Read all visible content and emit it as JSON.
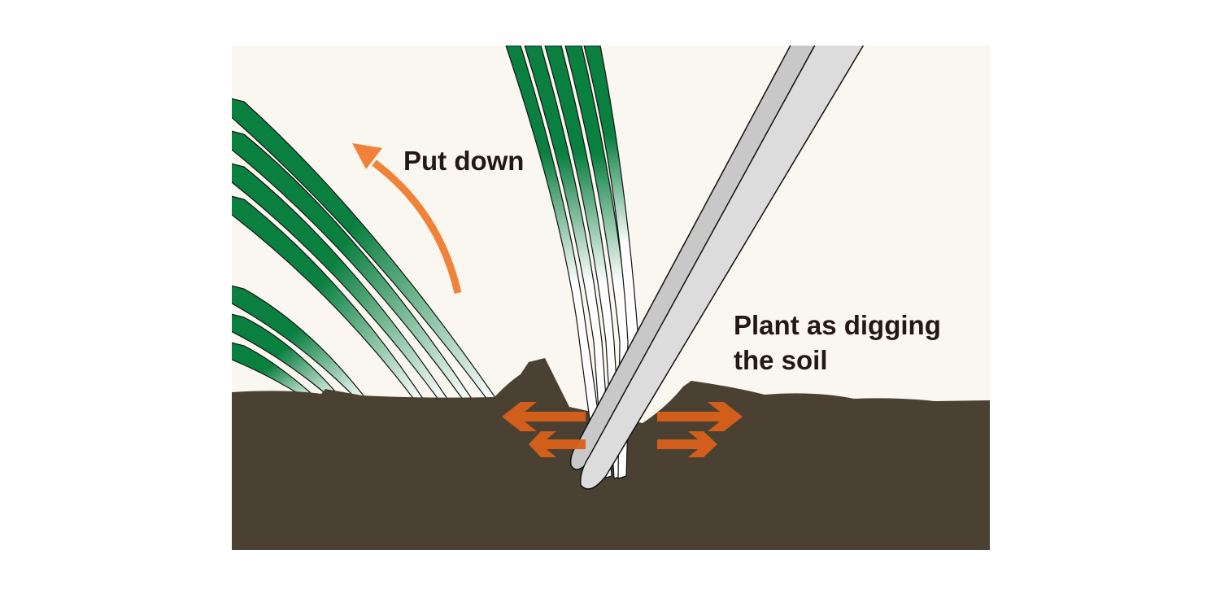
{
  "labels": {
    "put_down": "Put down",
    "plant_line1": "Plant as digging",
    "plant_line2": "the soil"
  },
  "colors": {
    "background": "#faf7f0",
    "soil": "#4a4133",
    "leaf_green": "#0a8040",
    "arrow_orange": "#f0823a",
    "arrow_dark_orange": "#d9601a",
    "tool_gray": "#dcdcdc"
  }
}
